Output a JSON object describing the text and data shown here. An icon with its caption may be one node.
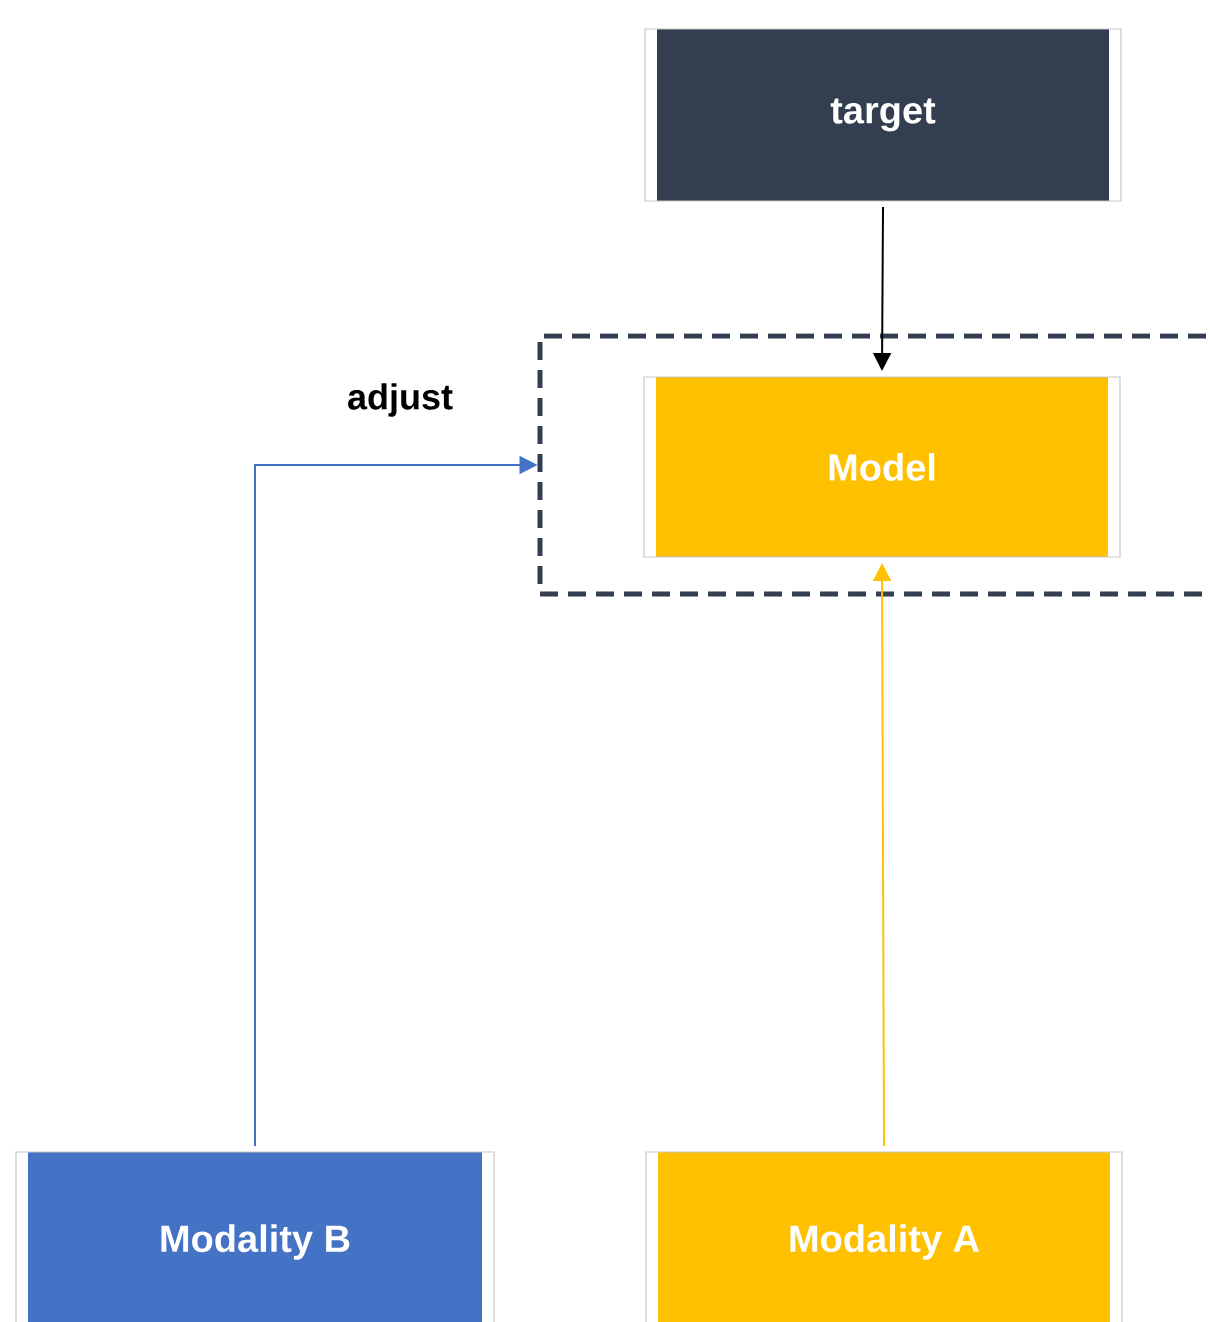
{
  "diagram": {
    "nodes": [
      {
        "text": [
          "target"
        ]
      },
      {
        "text": [],
        "shape": "box"
      },
      {
        "text": [
          "Model"
        ],
        "in": 1
      },
      {
        "text": [
          "Modality B"
        ]
      },
      {
        "text": [
          "Modality A"
        ]
      }
    ],
    "edges": [
      {
        "from": 0,
        "to": 2,
        "arrow": "to",
        "color": "#000000"
      },
      {
        "from": 3,
        "to": 1,
        "arrow": "to",
        "label": "adjust",
        "color": "#4472c4"
      },
      {
        "from": 4,
        "to": 2,
        "arrow": "to",
        "color": "#ffc000"
      }
    ]
  }
}
